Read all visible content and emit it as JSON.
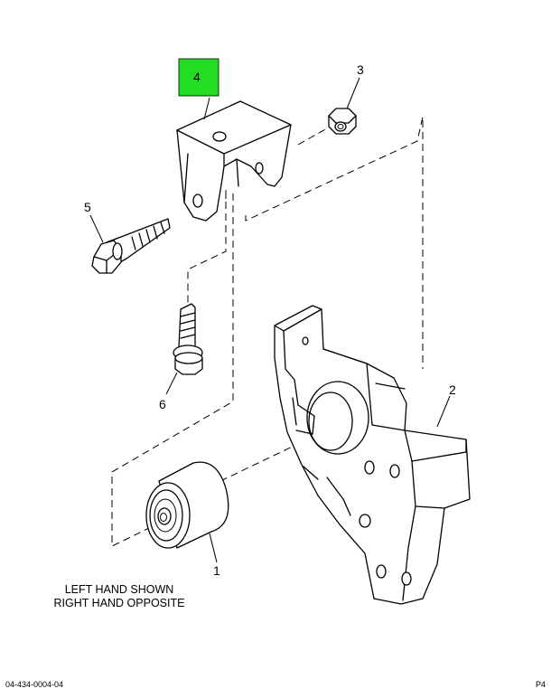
{
  "callouts": {
    "c1": "1",
    "c2": "2",
    "c3": "3",
    "c4": "4",
    "c5": "5",
    "c6": "6"
  },
  "note": {
    "line1": "LEFT HAND SHOWN",
    "line2": "RIGHT HAND OPPOSITE"
  },
  "footer": {
    "left": "04-434-0004-04",
    "right": "P4"
  },
  "colors": {
    "highlight": "#22dd22"
  }
}
